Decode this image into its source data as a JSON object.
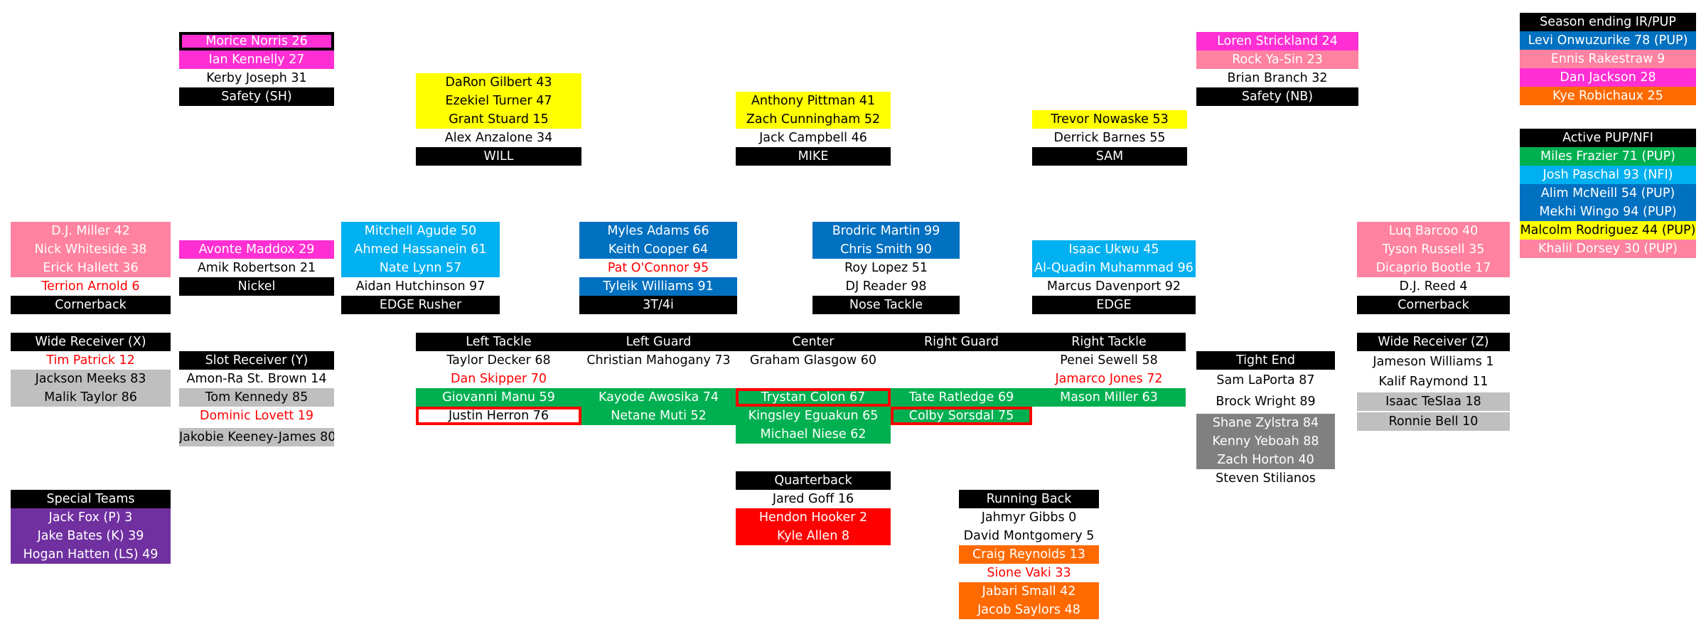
{
  "safety_sh": [
    "Morice Norris 26",
    "Ian Kennelly 27",
    "Kerby Joseph 31",
    "Safety (SH)"
  ],
  "will": [
    "DaRon Gilbert 43",
    "Ezekiel Turner 47",
    "Grant Stuard 15",
    "Alex Anzalone 34",
    "WILL"
  ],
  "mike": [
    "Anthony Pittman 41",
    "Zach Cunningham 52",
    "Jack Campbell 46",
    "MIKE"
  ],
  "sam": [
    "Trevor Nowaske 53",
    "Derrick Barnes 55",
    "SAM"
  ],
  "safety_nb": [
    "Loren Strickland 24",
    "Rock Ya-Sin 23",
    "Brian Branch 32",
    "Safety (NB)"
  ],
  "season_ir": [
    "Season ending IR/PUP",
    "Levi Onwuzurike 78 (PUP)",
    "Ennis Rakestraw 9",
    "Dan Jackson 28",
    "Kye Robichaux 25"
  ],
  "active_pup": [
    "Active PUP/NFI",
    "Miles Frazier 71 (PUP)",
    "Josh Paschal 93 (NFI)",
    "Alim McNeill 54 (PUP)",
    "Mekhi Wingo 94 (PUP)",
    "Malcolm Rodriguez 44 (PUP)",
    "Khalil Dorsey 30 (PUP)"
  ],
  "cb_left": [
    "D.J. Miller 42",
    "Nick Whiteside 38",
    "Erick Hallett 36",
    "Terrion Arnold 6",
    "Cornerback"
  ],
  "nickel": [
    "Avonte Maddox 29",
    "Amik Robertson 21",
    "Nickel"
  ],
  "edge_rusher": [
    "Mitchell Agude 50",
    "Ahmed Hassanein 61",
    "Nate Lynn 57",
    "Aidan Hutchinson 97",
    "EDGE Rusher"
  ],
  "three_tech": [
    "Myles Adams 66",
    "Keith Cooper 64",
    "Pat O'Connor 95",
    "Tyleik Williams 91",
    "3T/4i"
  ],
  "nose": [
    "Brodric Martin 99",
    "Chris Smith 90",
    "Roy Lopez 51",
    "DJ Reader 98",
    "Nose Tackle"
  ],
  "edge": [
    "Isaac Ukwu 45",
    "Al-Quadin Muhammad 96",
    "Marcus Davenport 92",
    "EDGE"
  ],
  "cb_right": [
    "Luq Barcoo 40",
    "Tyson Russell 35",
    "Dicaprio Bootle 17",
    "D.J. Reed 4",
    "Cornerback"
  ],
  "wr_x": [
    "Wide Receiver (X)",
    "Tim Patrick 12",
    "Jackson Meeks 83",
    "Malik Taylor 86"
  ],
  "slot_y": [
    "Slot Receiver (Y)",
    "Amon-Ra St. Brown 14",
    "Tom Kennedy 85",
    "Dominic Lovett 19",
    "Jakobie Keeney-James 80"
  ],
  "lt": [
    "Left Tackle",
    "Taylor Decker 68",
    "Dan Skipper 70",
    "Giovanni Manu 59",
    "Justin Herron 76"
  ],
  "lg": [
    "Left Guard",
    "Christian Mahogany 73",
    "Kayode Awosika 74",
    "Netane Muti 52"
  ],
  "c": [
    "Center",
    "Graham Glasgow 60",
    "Trystan Colon 67",
    "Kingsley Eguakun 65",
    "Michael Niese 62"
  ],
  "rg": [
    "Right Guard",
    "Tate Ratledge 69",
    "Colby Sorsdal 75"
  ],
  "rt": [
    "Right Tackle",
    "Penei Sewell 58",
    "Jamarco Jones 72",
    "Mason Miller 63"
  ],
  "te": [
    "Tight End",
    "Sam LaPorta 87",
    "Brock Wright 89",
    "Shane Zylstra 84",
    "Kenny Yeboah 88",
    "Zach Horton 40",
    "Steven Stilianos"
  ],
  "wr_z": [
    "Wide Receiver (Z)",
    "Jameson Williams 1",
    "Kalif Raymond 11",
    "Isaac TeSlaa 18",
    "Ronnie Bell 10"
  ],
  "qb": [
    "Quarterback",
    "Jared Goff 16",
    "Hendon Hooker 2",
    "Kyle Allen 8"
  ],
  "rb": [
    "Running Back",
    "Jahmyr Gibbs 0",
    "David Montgomery 5",
    "Craig Reynolds 13",
    "Sione Vaki 33",
    "Jabari Small 42",
    "Jacob Saylors 48"
  ],
  "special": [
    "Special Teams",
    "Jack Fox (P) 3",
    "Jake Bates (K) 39",
    "Hogan Hatten (LS) 49"
  ]
}
